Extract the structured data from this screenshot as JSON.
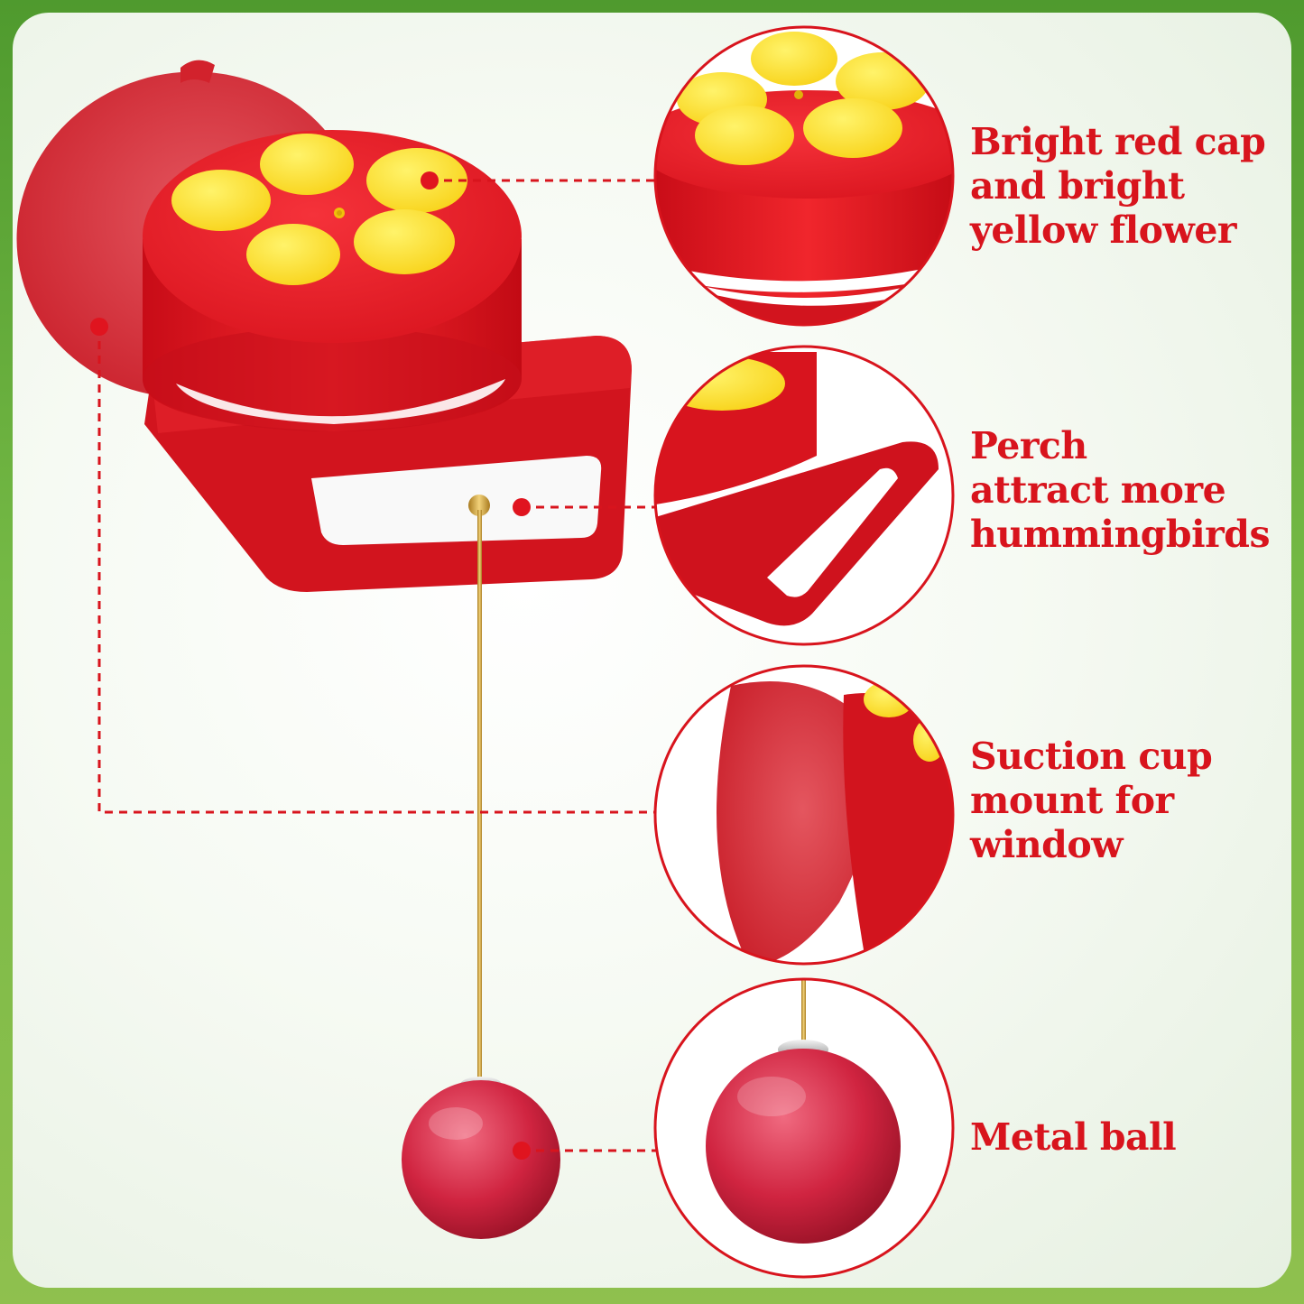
{
  "colors": {
    "accent_red": "#d8141d",
    "feeder_red": "#e0141f",
    "flower_yellow": "#ffe21a",
    "background_green": "#6db33f"
  },
  "callouts": [
    {
      "id": "cap",
      "lines": [
        "Bright red cap",
        "and bright",
        "yellow flower"
      ]
    },
    {
      "id": "perch",
      "lines": [
        "Perch",
        "attract more",
        "hummingbirds"
      ]
    },
    {
      "id": "suction",
      "lines": [
        "Suction cup",
        "mount for",
        "window"
      ]
    },
    {
      "id": "ball",
      "lines": [
        "Metal ball"
      ]
    }
  ]
}
